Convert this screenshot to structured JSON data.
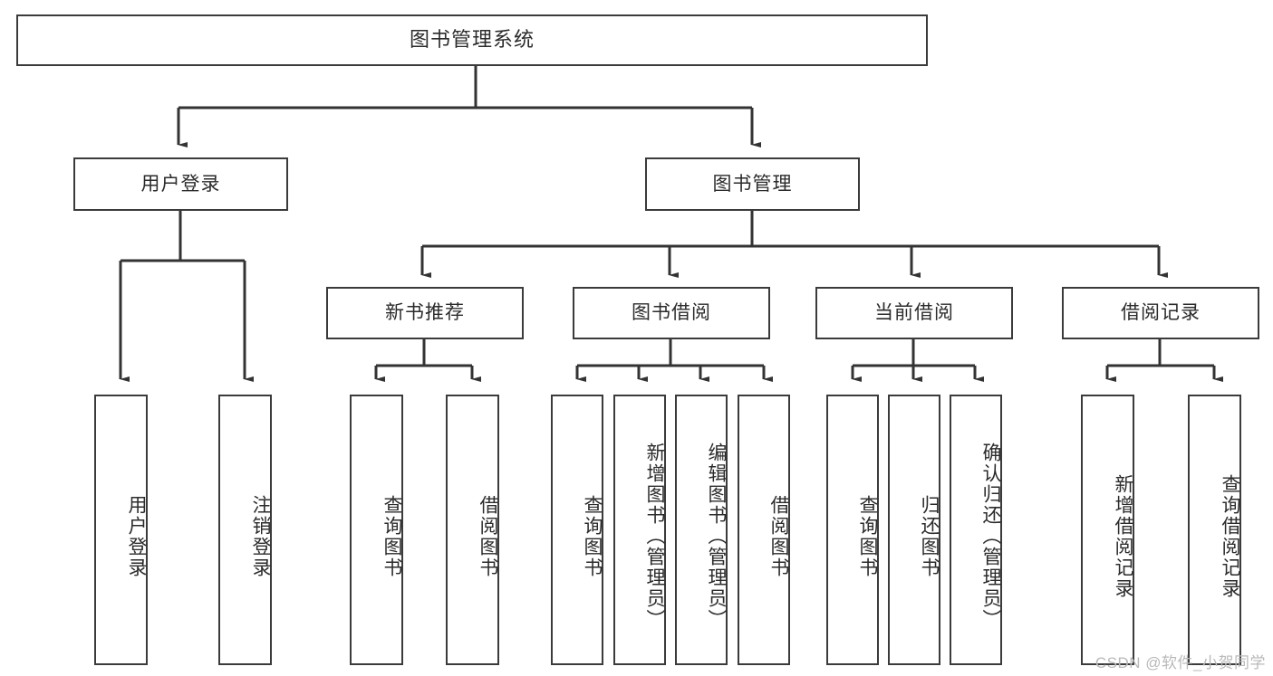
{
  "diagram": {
    "title": "图书管理系统",
    "type": "tree-hierarchy-chart",
    "root": {
      "id": "root",
      "label": "图书管理系统"
    },
    "level1": [
      {
        "id": "login",
        "label": "用户登录"
      },
      {
        "id": "bookmgmt",
        "label": "图书管理"
      }
    ],
    "level2": [
      {
        "id": "newbook",
        "label": "新书推荐",
        "parent": "bookmgmt"
      },
      {
        "id": "borrow",
        "label": "图书借阅",
        "parent": "bookmgmt"
      },
      {
        "id": "current",
        "label": "当前借阅",
        "parent": "bookmgmt"
      },
      {
        "id": "record",
        "label": "借阅记录",
        "parent": "bookmgmt"
      }
    ],
    "leaves": [
      {
        "id": "leaf-user-login",
        "label": "用户登录",
        "parent": "login"
      },
      {
        "id": "leaf-user-logout",
        "label": "注销登录",
        "parent": "login"
      },
      {
        "id": "leaf-newbook-query",
        "label": "查询图书",
        "parent": "newbook"
      },
      {
        "id": "leaf-newbook-borrow",
        "label": "借阅图书",
        "parent": "newbook"
      },
      {
        "id": "leaf-borrow-query",
        "label": "查询图书",
        "parent": "borrow"
      },
      {
        "id": "leaf-borrow-add",
        "label": "新增图书（管理员）",
        "parent": "borrow"
      },
      {
        "id": "leaf-borrow-edit",
        "label": "编辑图书（管理员）",
        "parent": "borrow"
      },
      {
        "id": "leaf-borrow-lend",
        "label": "借阅图书",
        "parent": "borrow"
      },
      {
        "id": "leaf-current-query",
        "label": "查询图书",
        "parent": "current"
      },
      {
        "id": "leaf-current-return",
        "label": "归还图书",
        "parent": "current"
      },
      {
        "id": "leaf-current-confirm",
        "label": "确认归还（管理员）",
        "parent": "current"
      },
      {
        "id": "leaf-record-add",
        "label": "新增借阅记录",
        "parent": "record"
      },
      {
        "id": "leaf-record-query",
        "label": "查询借阅记录",
        "parent": "record"
      }
    ],
    "colors": {
      "border": "#3b3b3b",
      "text": "#2b2b2b",
      "background": "#ffffff",
      "connector": "#333333",
      "watermark": "#b9b9b9"
    }
  },
  "watermark": {
    "text": "CSDN @软件_小贺同学"
  }
}
